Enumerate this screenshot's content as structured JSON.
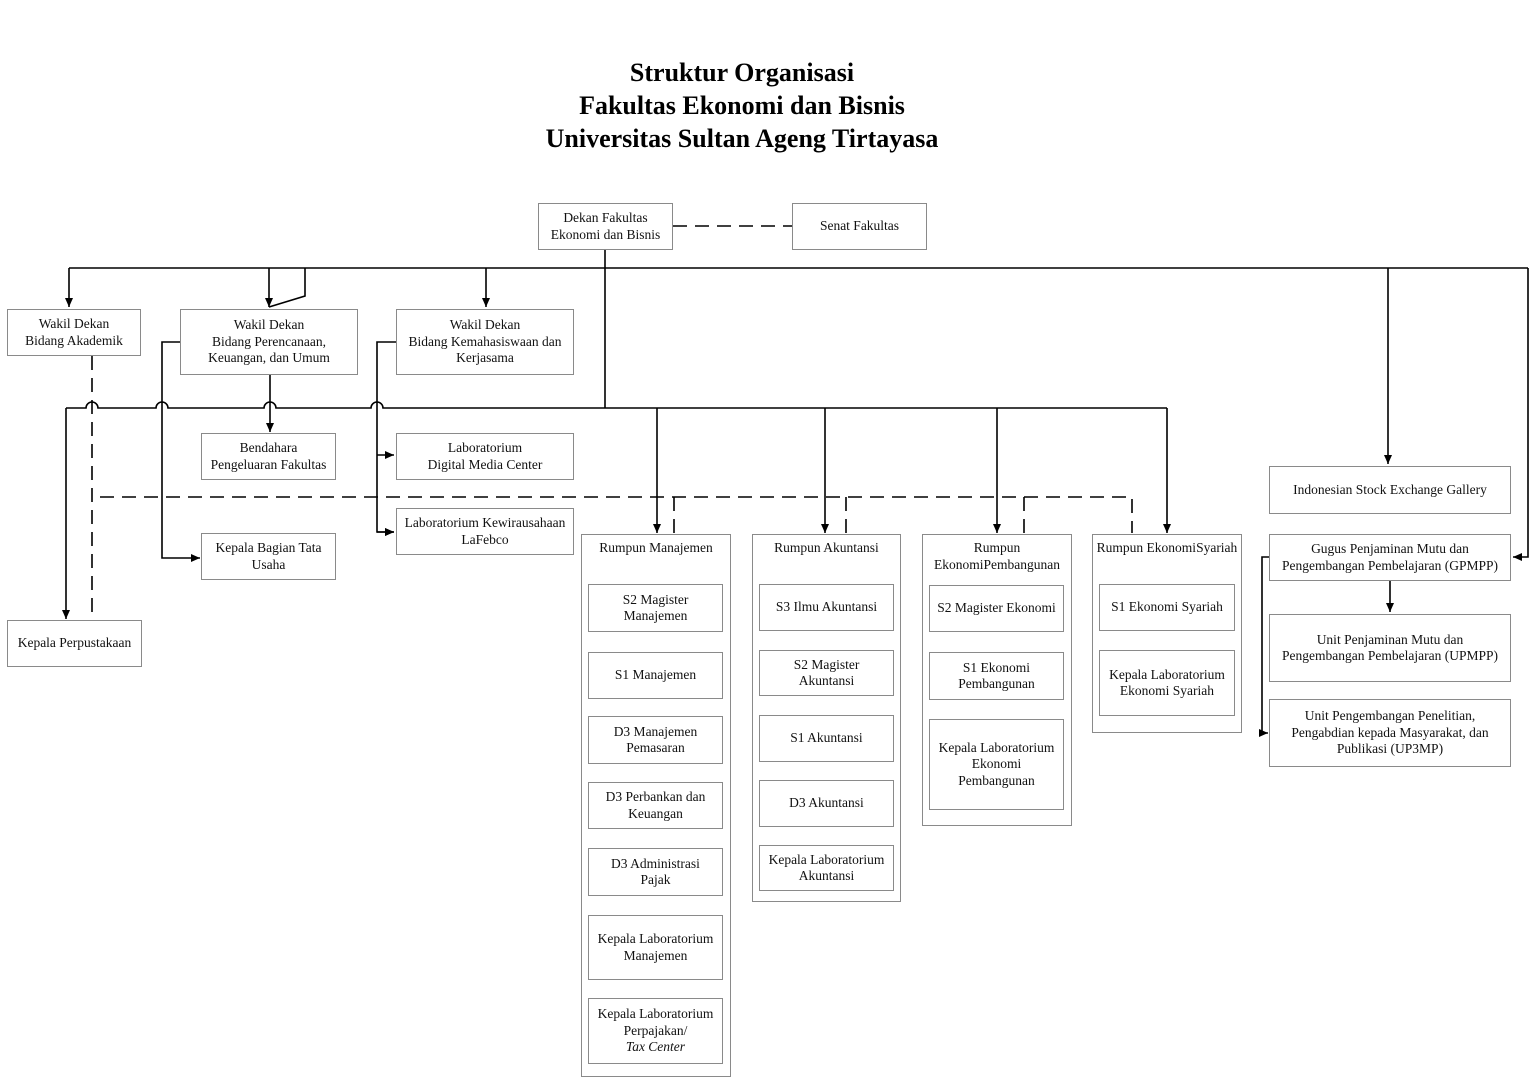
{
  "title": {
    "line1": "Struktur Organisasi",
    "line2": "Fakultas Ekonomi dan Bisnis",
    "line3": "Universitas Sultan Ageng Tirtayasa"
  },
  "nodes": {
    "dekan": [
      "Dekan Fakultas",
      "Ekonomi dan Bisnis"
    ],
    "senat": [
      "Senat Fakultas"
    ],
    "wd_akademik": [
      "Wakil Dekan",
      "Bidang Akademik"
    ],
    "wd_perencanaan": [
      "Wakil Dekan",
      "Bidang Perencanaan,",
      "Keuangan, dan Umum"
    ],
    "wd_kemahasiswaan": [
      "Wakil Dekan",
      "Bidang Kemahasiswaan dan",
      "Kerjasama"
    ],
    "bendahara": [
      "Bendahara",
      "Pengeluaran Fakultas"
    ],
    "kabag_tu": [
      "Kepala Bagian Tata",
      "Usaha"
    ],
    "kepala_perpustakaan": [
      "Kepala Perpustakaan"
    ],
    "lab_dmc": [
      "Laboratorium",
      "Digital Media Center"
    ],
    "lab_kewirausahaan": [
      "Laboratorium Kewirausahaan",
      "LaFebco"
    ],
    "idx_gallery": [
      "Indonesian Stock Exchange Gallery"
    ],
    "gpmpp": [
      "Gugus Penjaminan Mutu dan",
      "Pengembangan Pembelajaran (GPMPP)"
    ],
    "upmpp": [
      "Unit Penjaminan Mutu dan",
      "Pengembangan Pembelajaran (UPMPP)"
    ],
    "up3mp": [
      "Unit Pengembangan Penelitian,",
      "Pengabdian kepada Masyarakat, dan",
      "Publikasi (UP3MP)"
    ]
  },
  "rumpun": {
    "manajemen": {
      "header": [
        "Rumpun Manajemen"
      ],
      "items": [
        [
          "S2 Magister",
          "Manajemen"
        ],
        [
          "S1 Manajemen"
        ],
        [
          "D3 Manajemen",
          "Pemasaran"
        ],
        [
          "D3 Perbankan dan",
          "Keuangan"
        ],
        [
          "D3 Administrasi",
          "Pajak"
        ],
        [
          "Kepala Laboratorium",
          "Manajemen"
        ],
        [
          "Kepala Laboratorium",
          "Perpajakan/"
        ]
      ],
      "last_item_italic": "Tax Center"
    },
    "akuntansi": {
      "header": [
        "Rumpun Akuntansi"
      ],
      "items": [
        [
          "S3 Ilmu Akuntansi"
        ],
        [
          "S2 Magister",
          "Akuntansi"
        ],
        [
          "S1 Akuntansi"
        ],
        [
          "D3 Akuntansi"
        ],
        [
          "Kepala Laboratorium",
          "Akuntansi"
        ]
      ]
    },
    "ekonomi_pembangunan": {
      "header": [
        "Rumpun Ekonomi",
        "Pembangunan"
      ],
      "items": [
        [
          "S2 Magister Ekonomi"
        ],
        [
          "S1 Ekonomi",
          "Pembangunan"
        ],
        [
          "Kepala Laboratorium",
          "Ekonomi",
          "Pembangunan"
        ]
      ]
    },
    "ekonomi_syariah": {
      "header": [
        "Rumpun Ekonomi",
        "Syariah"
      ],
      "items": [
        [
          "S1 Ekonomi Syariah"
        ],
        [
          "Kepala Laboratorium",
          "Ekonomi Syariah"
        ]
      ]
    }
  }
}
